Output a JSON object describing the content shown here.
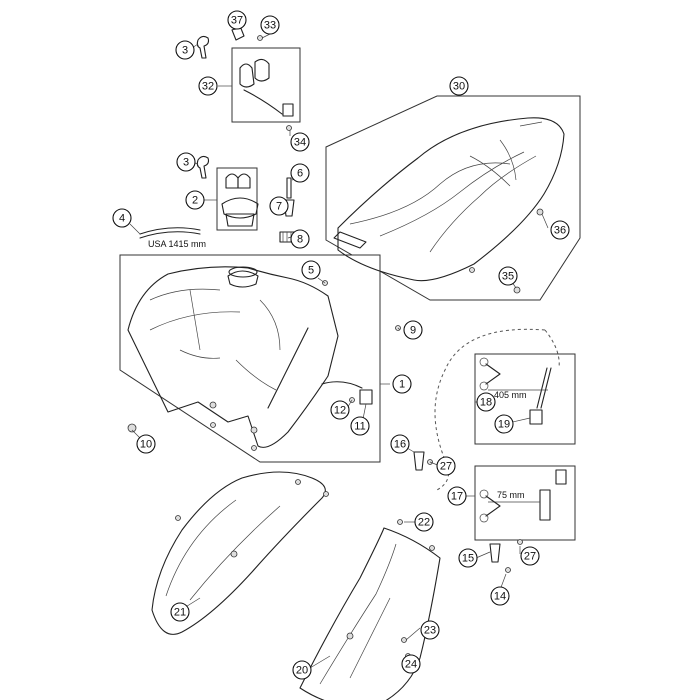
{
  "callouts": [
    {
      "id": "37",
      "label": "37"
    },
    {
      "id": "33",
      "label": "33"
    },
    {
      "id": "3a",
      "label": "3"
    },
    {
      "id": "32",
      "label": "32"
    },
    {
      "id": "34",
      "label": "34"
    },
    {
      "id": "30",
      "label": "30"
    },
    {
      "id": "3b",
      "label": "3"
    },
    {
      "id": "6",
      "label": "6"
    },
    {
      "id": "2",
      "label": "2"
    },
    {
      "id": "7",
      "label": "7"
    },
    {
      "id": "4",
      "label": "4"
    },
    {
      "id": "8",
      "label": "8"
    },
    {
      "id": "36",
      "label": "36"
    },
    {
      "id": "5",
      "label": "5"
    },
    {
      "id": "35",
      "label": "35"
    },
    {
      "id": "9",
      "label": "9"
    },
    {
      "id": "1",
      "label": "1"
    },
    {
      "id": "18",
      "label": "18"
    },
    {
      "id": "12",
      "label": "12"
    },
    {
      "id": "11",
      "label": "11"
    },
    {
      "id": "19",
      "label": "19"
    },
    {
      "id": "10",
      "label": "10"
    },
    {
      "id": "16",
      "label": "16"
    },
    {
      "id": "27a",
      "label": "27"
    },
    {
      "id": "17",
      "label": "17"
    },
    {
      "id": "22",
      "label": "22"
    },
    {
      "id": "15",
      "label": "15"
    },
    {
      "id": "27b",
      "label": "27"
    },
    {
      "id": "14",
      "label": "14"
    },
    {
      "id": "21",
      "label": "21"
    },
    {
      "id": "23",
      "label": "23"
    },
    {
      "id": "20",
      "label": "20"
    },
    {
      "id": "24",
      "label": "24"
    }
  ],
  "notes": {
    "hose_length": "USA 1415 mm",
    "cut_length_long": "405 mm",
    "cut_length_short": "75 mm"
  }
}
